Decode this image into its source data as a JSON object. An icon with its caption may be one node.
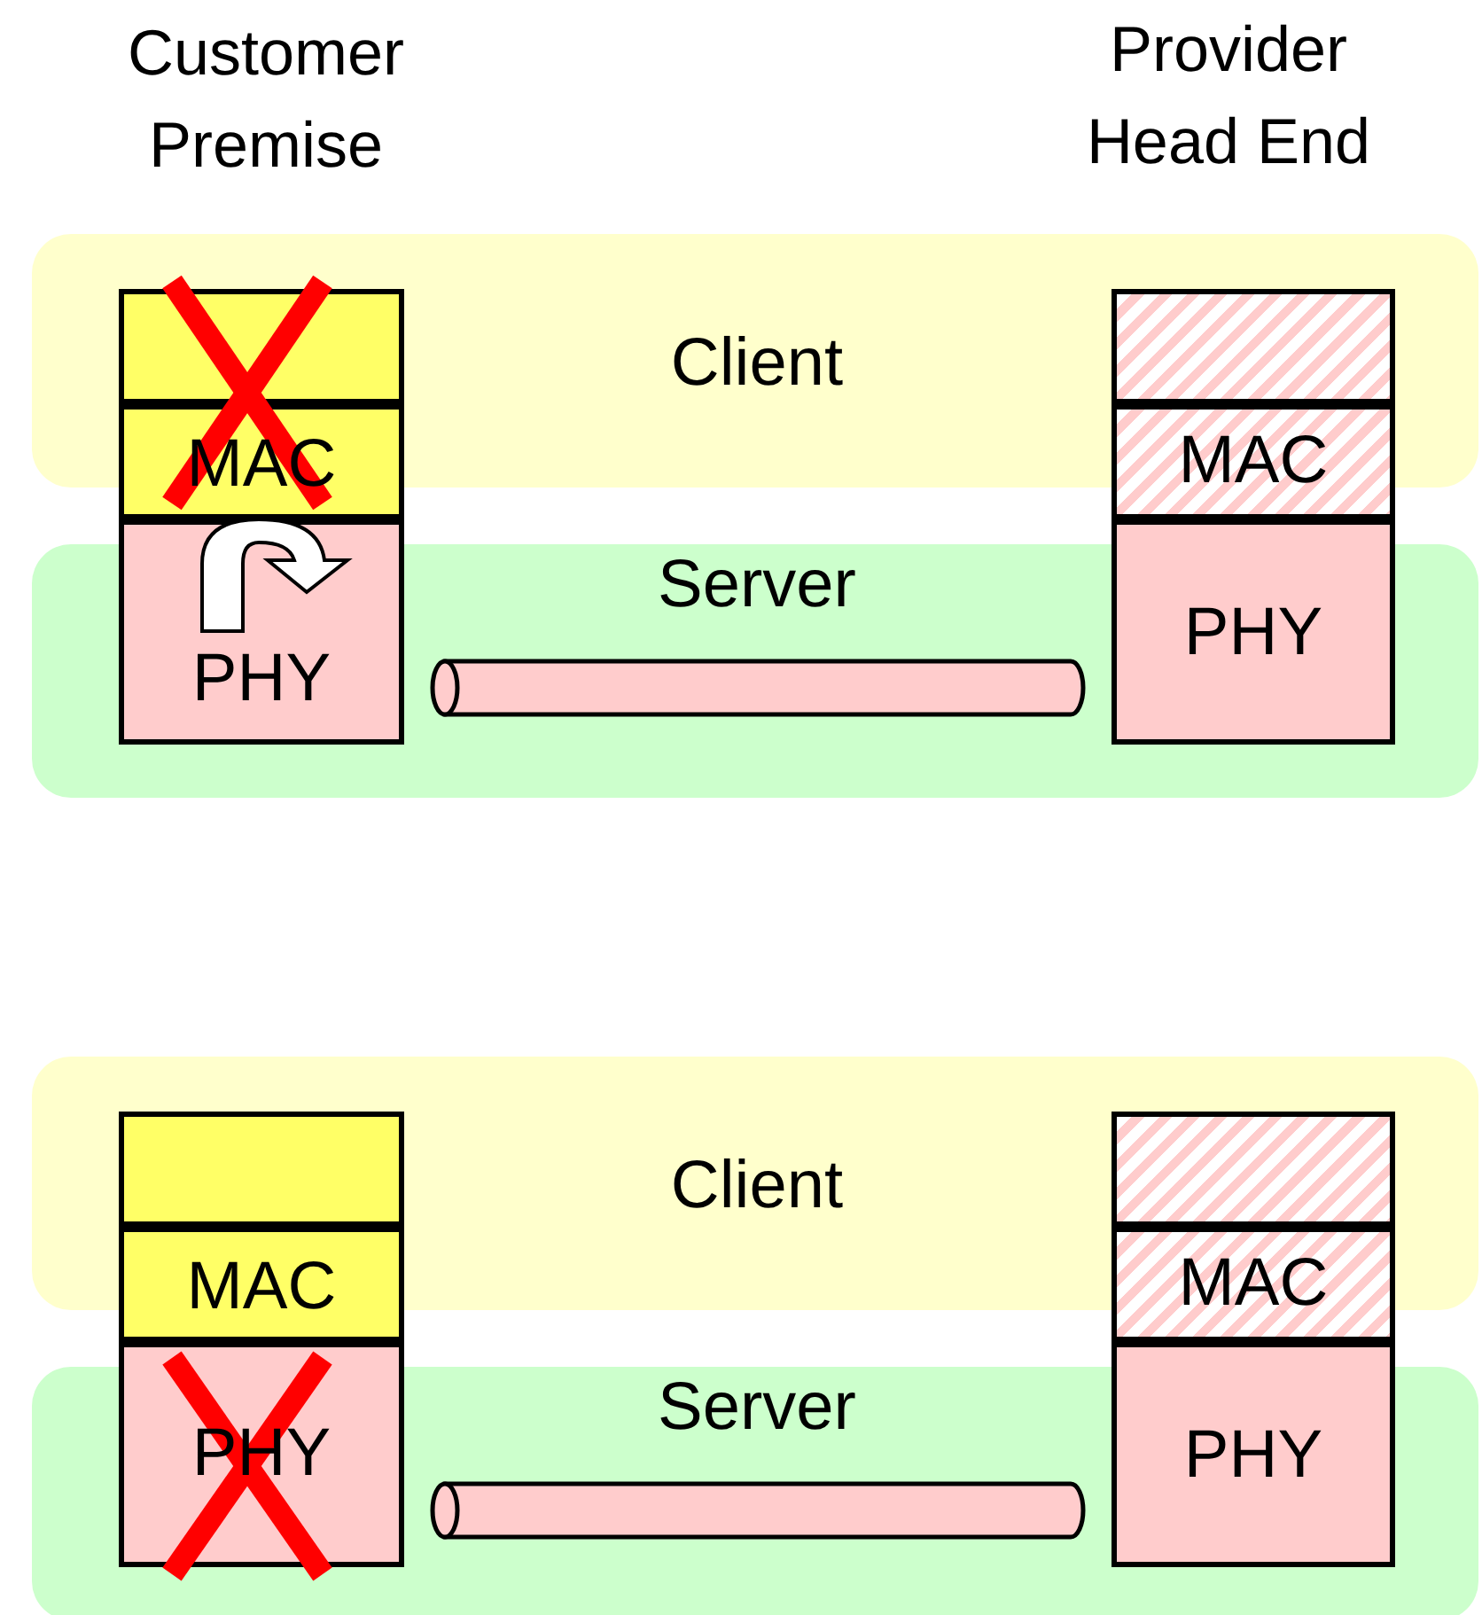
{
  "diagram": {
    "nodes": [
      {
        "text": [
          "Client"
        ]
      },
      {
        "text": [],
        "shape": "box",
        "in": 0
      },
      {
        "text": [],
        "shape": "box",
        "in": 0
      },
      {
        "text": [
          "MAC"
        ]
      },
      {
        "text": [
          "MAC"
        ]
      },
      {
        "text": [
          "Server"
        ]
      },
      {
        "text": [
          "PHY"
        ]
      },
      {
        "text": [],
        "shape": "cylinder",
        "in": 5
      },
      {
        "text": [
          "PHY"
        ]
      },
      {
        "text": [
          "Client"
        ]
      },
      {
        "text": [],
        "shape": "box",
        "in": 9
      },
      {
        "text": [],
        "shape": "box",
        "in": 9
      },
      {
        "text": [
          "MAC"
        ]
      },
      {
        "text": [
          "MAC"
        ]
      },
      {
        "text": [
          "Server"
        ]
      },
      {
        "text": [
          "PHY"
        ]
      },
      {
        "text": [],
        "shape": "cylinder",
        "in": 14
      },
      {
        "text": [
          "PHY"
        ]
      }
    ],
    "labels": [
      "Customer Premise",
      "Provider Head End"
    ]
  }
}
